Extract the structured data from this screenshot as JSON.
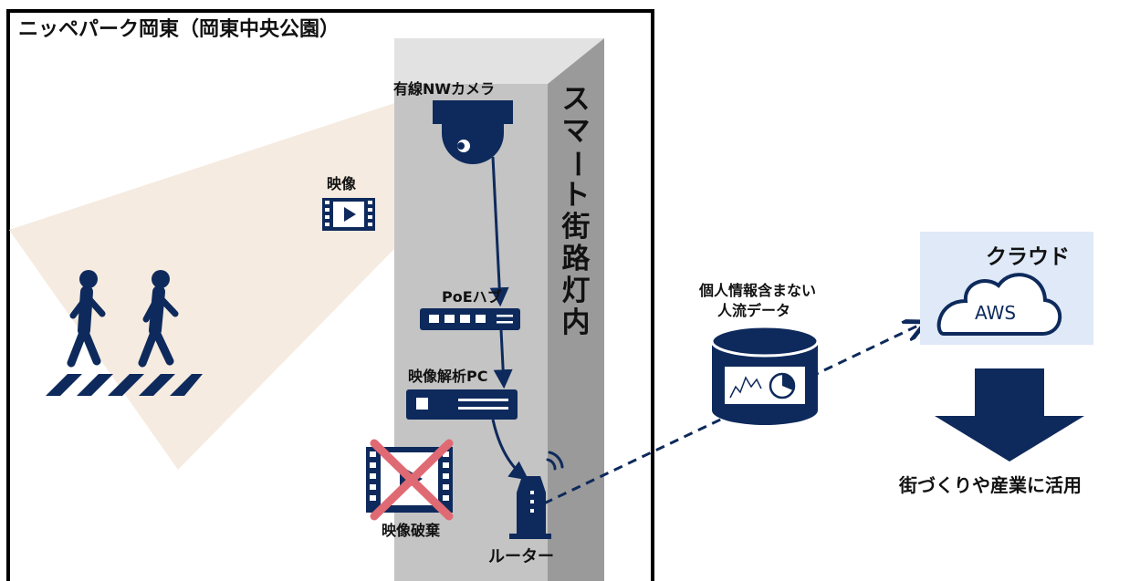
{
  "park_title": "ニッペパーク岡東（岡東中央公園）",
  "pole": {
    "label_chars": [
      "ス",
      "マ",
      "ー",
      "ト",
      "街",
      "路",
      "灯",
      "内"
    ]
  },
  "components": {
    "camera_label": "有線NWカメラ",
    "video_label": "映像",
    "hub_label": "PoEハブ",
    "analysis_pc_label": "映像解析PC",
    "destroy_label": "映像破棄",
    "router_label": "ルーター"
  },
  "data_store": {
    "label_line1": "個人情報含まない",
    "label_line2": "人流データ"
  },
  "cloud": {
    "title": "クラウド",
    "service": "AWS"
  },
  "outcome_label": "街づくりや産業に活用",
  "colors": {
    "navy": "#0e2a5c",
    "pole_front": "#c4c4c4",
    "pole_side": "#9a9a9a",
    "pole_top": "#e2e2e2",
    "camera_fov": "#f5ebe0",
    "cloud_bg": "#dfe9f7",
    "cross_red": "#e06a73"
  }
}
